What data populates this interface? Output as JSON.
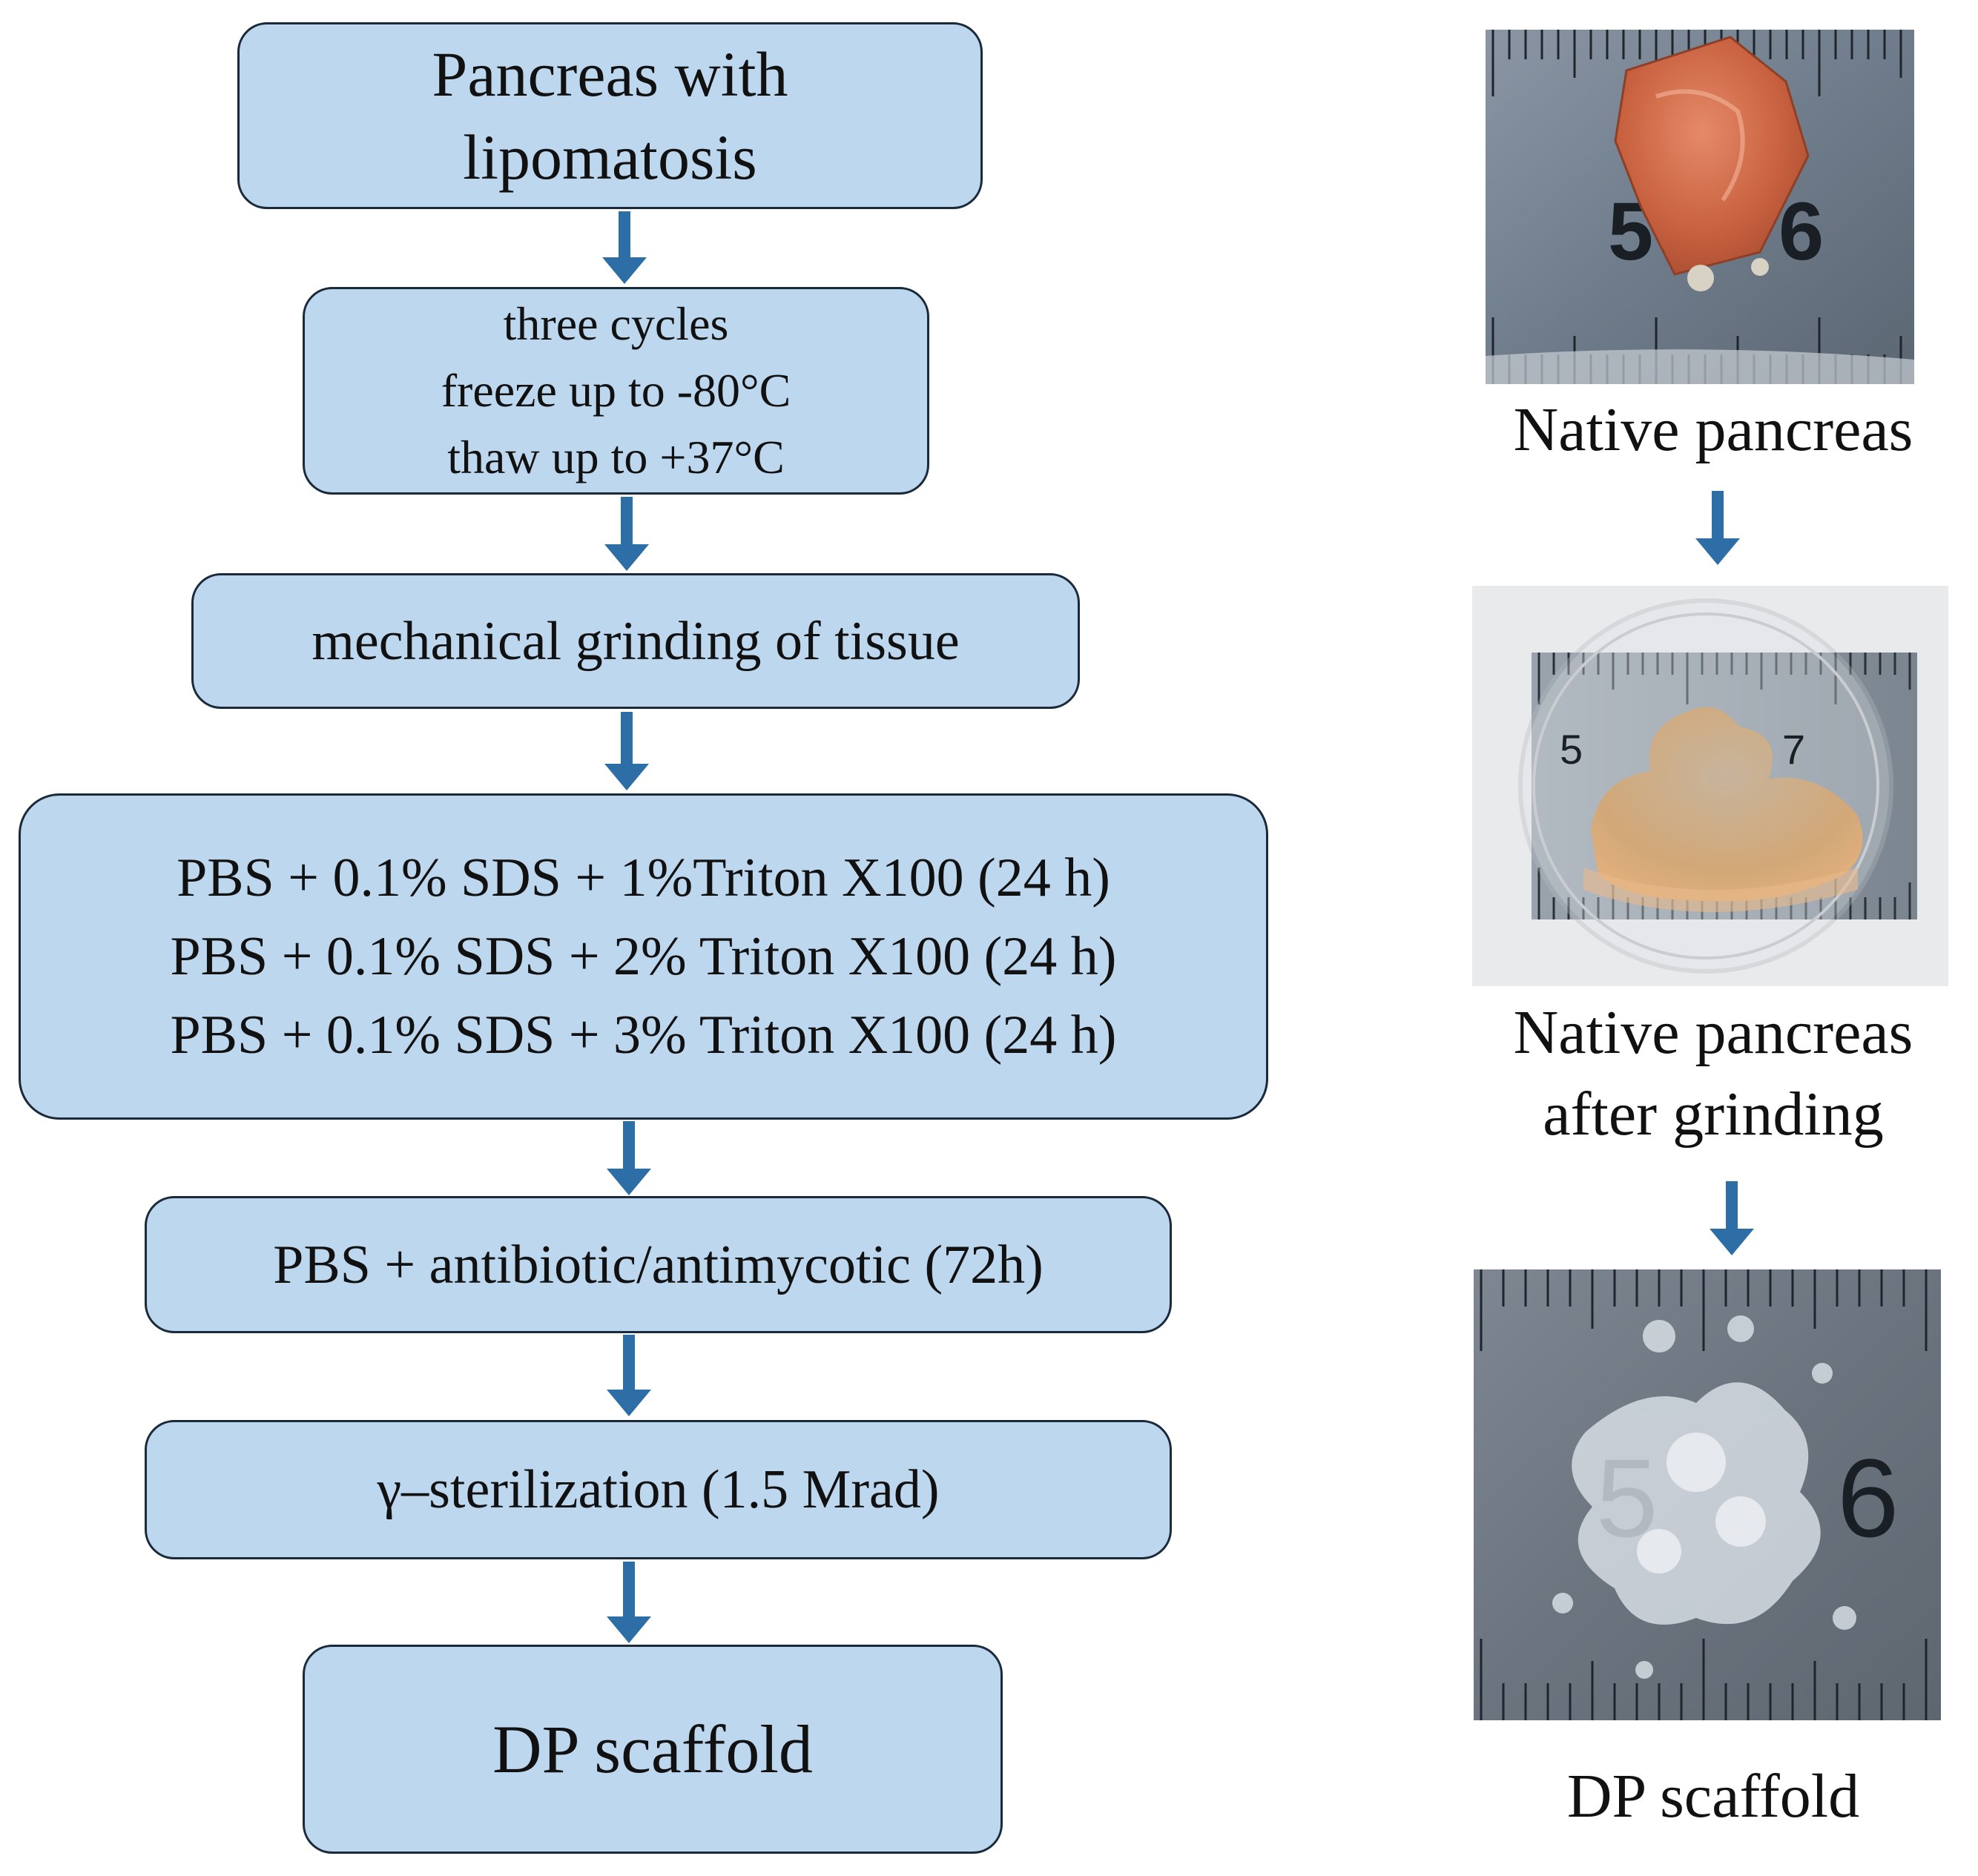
{
  "flow": {
    "steps": [
      {
        "lines": [
          "Pancreas with",
          "lipomatosis"
        ]
      },
      {
        "lines": [
          "three cycles",
          "freeze up to -80°C",
          "thaw  up to +37°C"
        ]
      },
      {
        "lines": [
          "mechanical  grinding  of tissue"
        ]
      },
      {
        "lines": [
          "PBS + 0.1% SDS  + 1%Triton X100 (24 h)",
          "PBS + 0.1% SDS  + 2% Triton  X100 (24 h)",
          "PBS + 0.1% SDS  + 3% Triton  X100 (24 h)"
        ]
      },
      {
        "lines": [
          "PBS + antibiotic/antimycotic  (72h)"
        ]
      },
      {
        "lines": [
          "γ–sterilization  (1.5 Mrad)"
        ]
      },
      {
        "lines": [
          "DP scaffold"
        ]
      }
    ]
  },
  "images": {
    "native": {
      "caption": [
        "Native pancreas"
      ],
      "ruler_numbers": [
        "5",
        "6"
      ]
    },
    "ground": {
      "caption": [
        "Native pancreas",
        "after grinding"
      ],
      "ruler_numbers": [
        "5",
        "7"
      ]
    },
    "scaffold": {
      "caption": [
        "DP scaffold"
      ],
      "ruler_numbers": [
        "5",
        "6"
      ]
    }
  },
  "colors": {
    "box_fill": "#bdd7ee",
    "box_border": "#1b2a3a",
    "arrow": "#2e6ea6"
  }
}
